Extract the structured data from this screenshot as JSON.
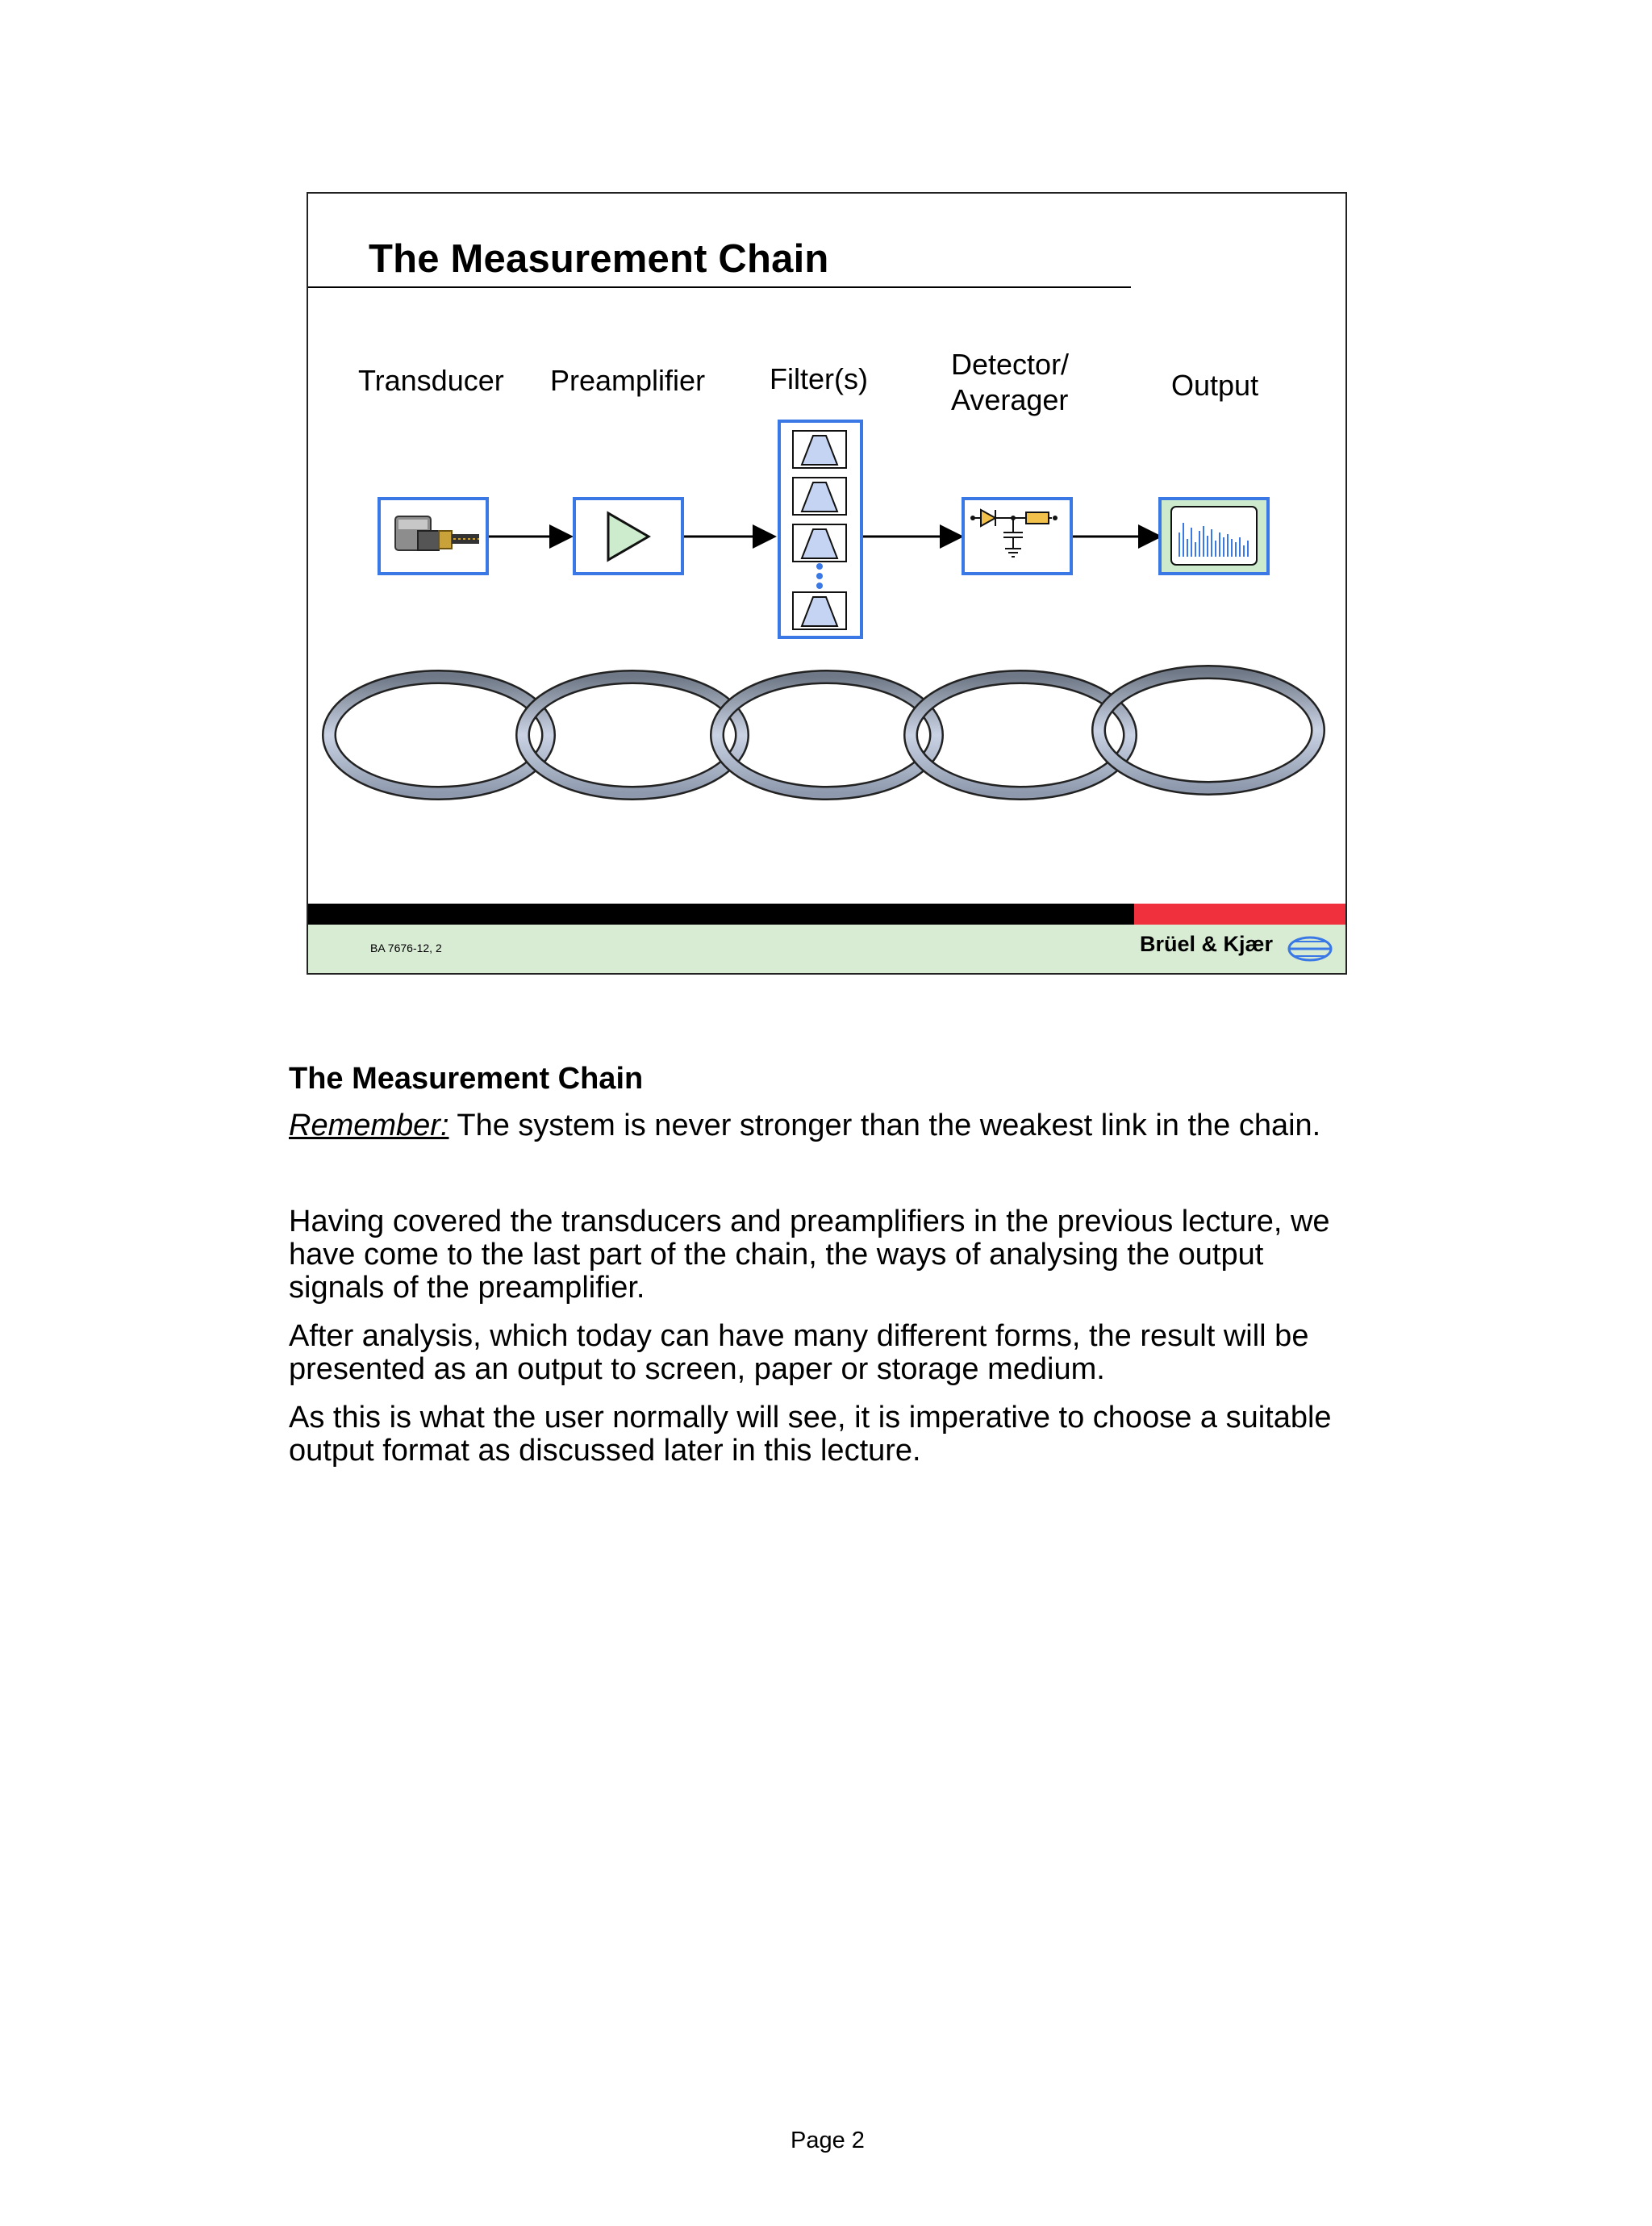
{
  "slide": {
    "title": "The Measurement Chain",
    "stages": [
      "Transducer",
      "Preamplifier",
      "Filter(s)",
      "Detector/",
      "Averager",
      "Output"
    ],
    "doc_ref": "BA 7676-12, 2",
    "brand": "Brüel & Kjær",
    "colors": {
      "box_border": "#3a78e6",
      "footer_black": "#000000",
      "footer_red": "#f0303c",
      "footer_green": "#d8ecd4",
      "ring_fill": "#b9c6dc"
    }
  },
  "body": {
    "heading": "The Measurement Chain",
    "remember_label": "Remember:",
    "remember_text": " The system is never stronger than the weakest link in the chain.",
    "paragraphs": [
      [
        "Having covered the transducers and preamplifiers in the previous lecture, we",
        "have come to the last part of the chain, the ways of analysing the output",
        "signals of the preamplifier."
      ],
      [
        "After analysis, which today can have many different forms, the result will be",
        "presented as an output to screen, paper or storage medium."
      ],
      [
        "As this is what the user normally will see, it is imperative to choose a suitable",
        "output format as discussed later in this lecture."
      ]
    ]
  },
  "page": {
    "label": "Page 2"
  }
}
